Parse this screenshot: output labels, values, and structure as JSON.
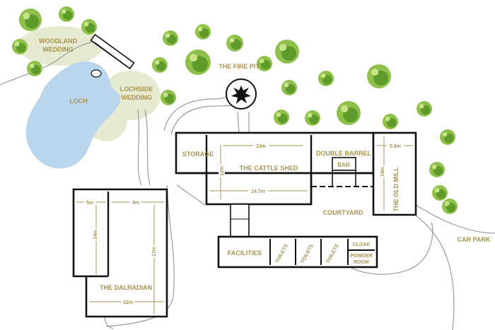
{
  "areas": {
    "woodland_wedding_line1": "WOODLAND",
    "woodland_wedding_line2": "WEDDING",
    "loch": "LOCH",
    "lochside_wedding_line1": "LOCHSIDE",
    "lochside_wedding_line2": "WEDDING",
    "fire_pit": "THE FIRE PIT",
    "courtyard": "COURTYARD",
    "car_park": "CAR PARK"
  },
  "buildings": {
    "storage": "STORAGE",
    "cattle_shed": "THE CATTLE SHED",
    "double_barrel": "DOUBLE BARREL",
    "bar": "BAR",
    "old_mill": "THE OLD MILL",
    "dalradian": "THE DALRADIAN",
    "facilities": "FACILITIES",
    "toilets_1": "TOILETS",
    "toilets_2": "TOILETS",
    "toilets_3": "TOILETS",
    "cloak": "CLOAK",
    "powder_room_line1": "POWDER",
    "powder_room_line2": "ROOM"
  },
  "dimensions": {
    "cattle_shed_width": "13m",
    "cattle_shed_depth": "12m",
    "cattle_shed_total_width": "14.7m",
    "old_mill_width": "5.6m",
    "old_mill_depth": "14m",
    "dalradian_wing_width": "5m",
    "dalradian_wing_depth": "14m",
    "dalradian_main_width": "9m",
    "dalradian_main_depth": "17m",
    "dalradian_base_width": "12m"
  },
  "colors": {
    "label": "#a8924f",
    "loch_water": "#b9d6ec",
    "wedding_lawn": "#e6ead0",
    "tree_green": "#8fc14a",
    "walls": "#111111",
    "path_outline": "#9a9a9a"
  },
  "icons": {
    "fire_pit": "fire-pit-icon",
    "tree": "tree-icon",
    "boat": "boat-icon"
  }
}
